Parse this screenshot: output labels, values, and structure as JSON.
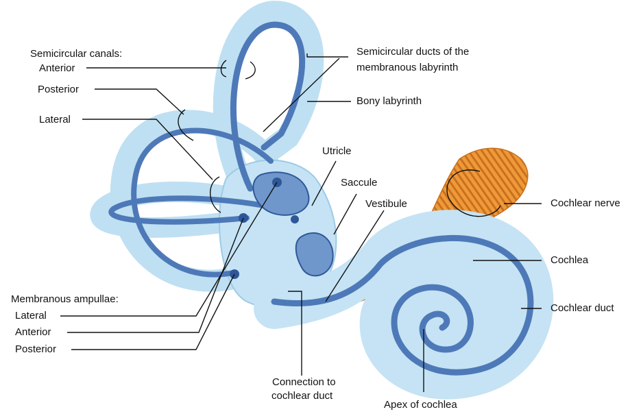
{
  "labels": {
    "semicircular_canals": "Semicircular canals:",
    "anterior": "Anterior",
    "posterior": "Posterior",
    "lateral": "Lateral",
    "semicircular_ducts_line1": "Semicircular ducts of the",
    "semicircular_ducts_line2": "membranous labyrinth",
    "bony_labyrinth": "Bony labyrinth",
    "utricle": "Utricle",
    "saccule": "Saccule",
    "vestibule": "Vestibule",
    "cochlear_nerve": "Cochlear nerve",
    "cochlea": "Cochlea",
    "cochlear_duct": "Cochlear duct",
    "membranous_ampullae": "Membranous ampullae:",
    "ampulla_lateral": "Lateral",
    "ampulla_anterior": "Anterior",
    "ampulla_posterior": "Posterior",
    "connection_line1": "Connection to",
    "connection_line2": "cochlear duct",
    "apex": "Apex of cochlea"
  },
  "colors": {
    "bony": "#bfe0f2",
    "bony_edge": "#8fc3e2",
    "membranous": "#4e79b8",
    "membranous_dark": "#2f5797",
    "nerve": "#e9902f",
    "nerve_stripe": "#c56f1c",
    "leader": "#111111"
  }
}
